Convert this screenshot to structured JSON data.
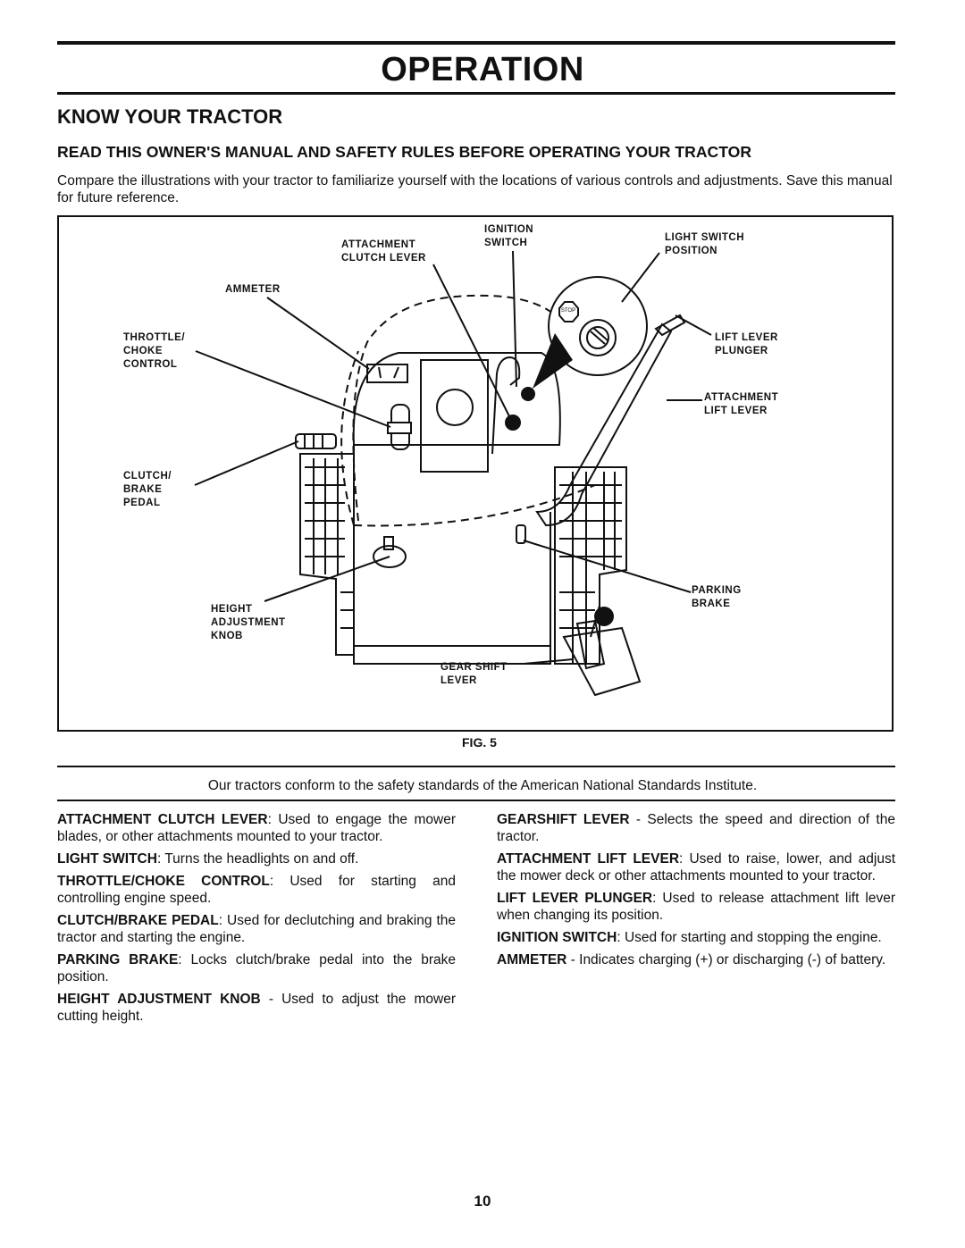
{
  "header": {
    "title": "OPERATION"
  },
  "section": {
    "title": "KNOW YOUR TRACTOR",
    "subtitle": "READ THIS OWNER'S MANUAL AND SAFETY RULES BEFORE OPERATING YOUR TRACTOR",
    "intro": "Compare the illustrations with your tractor to familiarize yourself with the locations of various controls and adjustments. Save this manual for future reference."
  },
  "figure": {
    "caption": "FIG. 5",
    "callouts": {
      "ignition_switch": "IGNITION\nSWITCH",
      "attachment_clutch_lever": "ATTACHMENT\nCLUTCH LEVER",
      "light_switch_position": "LIGHT SWITCH\nPOSITION",
      "ammeter": "AMMETER",
      "throttle_choke_control": "THROTTLE/\nCHOKE\nCONTROL",
      "lift_lever_plunger": "LIFT LEVER\nPLUNGER",
      "attachment_lift_lever": "ATTACHMENT\nLIFT LEVER",
      "clutch_brake_pedal": "CLUTCH/\nBRAKE\nPEDAL",
      "parking_brake": "PARKING\nBRAKE",
      "height_adjustment_knob": "HEIGHT\nADJUSTMENT\nKNOB",
      "gear_shift_lever": "GEAR SHIFT\nLEVER"
    },
    "stop_label": "STOP"
  },
  "ansi_note": "Our tractors conform to the safety standards of the American National Standards Institute.",
  "left_column": [
    {
      "term": "ATTACHMENT CLUTCH LEVER",
      "desc": ":  Used to engage the mower blades, or other attachments mounted to your tractor."
    },
    {
      "term": "LIGHT SWITCH",
      "desc": ":  Turns the headlights on and off."
    },
    {
      "term": "THROTTLE/CHOKE CONTROL",
      "desc": ":  Used for starting and controlling engine speed."
    },
    {
      "term": "CLUTCH/BRAKE PEDAL",
      "desc": ":  Used for declutching and braking the tractor and starting the engine."
    },
    {
      "term": "PARKING BRAKE",
      "desc": ":  Locks clutch/brake pedal into the brake position."
    },
    {
      "term": "HEIGHT ADJUSTMENT KNOB",
      "desc": " - Used to adjust the mower cutting height."
    }
  ],
  "right_column": [
    {
      "term": "GEARSHIFT LEVER",
      "desc": " - Selects the speed and direction of the tractor."
    },
    {
      "term": "ATTACHMENT LIFT LEVER",
      "desc": ":  Used to raise, lower, and adjust the mower deck or other attachments mounted to your tractor."
    },
    {
      "term": "LIFT LEVER PLUNGER",
      "desc": ":  Used to release attachment lift lever when changing its position."
    },
    {
      "term": "IGNITION SWITCH",
      "desc": ":  Used for starting and stopping the engine."
    },
    {
      "term": "AMMETER",
      "desc": " - Indicates charging (+) or discharging (-) of battery."
    }
  ],
  "page_number": "10"
}
